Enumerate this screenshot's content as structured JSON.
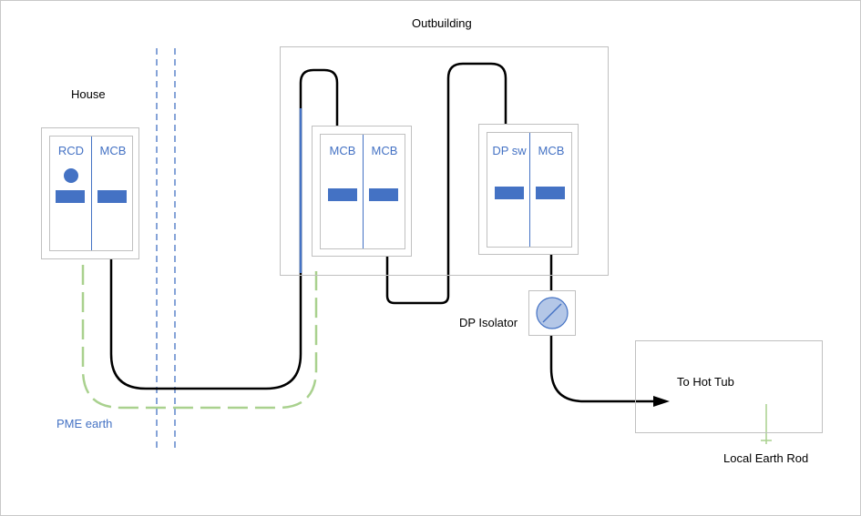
{
  "labels": {
    "house": "House",
    "outbuilding": "Outbuilding",
    "dp_isolator": "DP Isolator",
    "to_hot_tub": "To Hot Tub",
    "local_earth_rod": "Local Earth Rod",
    "pme_earth": "PME earth"
  },
  "house_unit": {
    "left": "RCD",
    "right": "MCB"
  },
  "outbuilding_unit_1": {
    "left": "MCB",
    "right": "MCB"
  },
  "outbuilding_unit_2": {
    "left": "DP sw",
    "right": "MCB"
  },
  "colors": {
    "device_blue": "#4472c4",
    "earth_green": "#a9d18e",
    "cable": "#000000",
    "isolator_fill": "#b4c7e7",
    "box_border": "#c0c0c0"
  }
}
